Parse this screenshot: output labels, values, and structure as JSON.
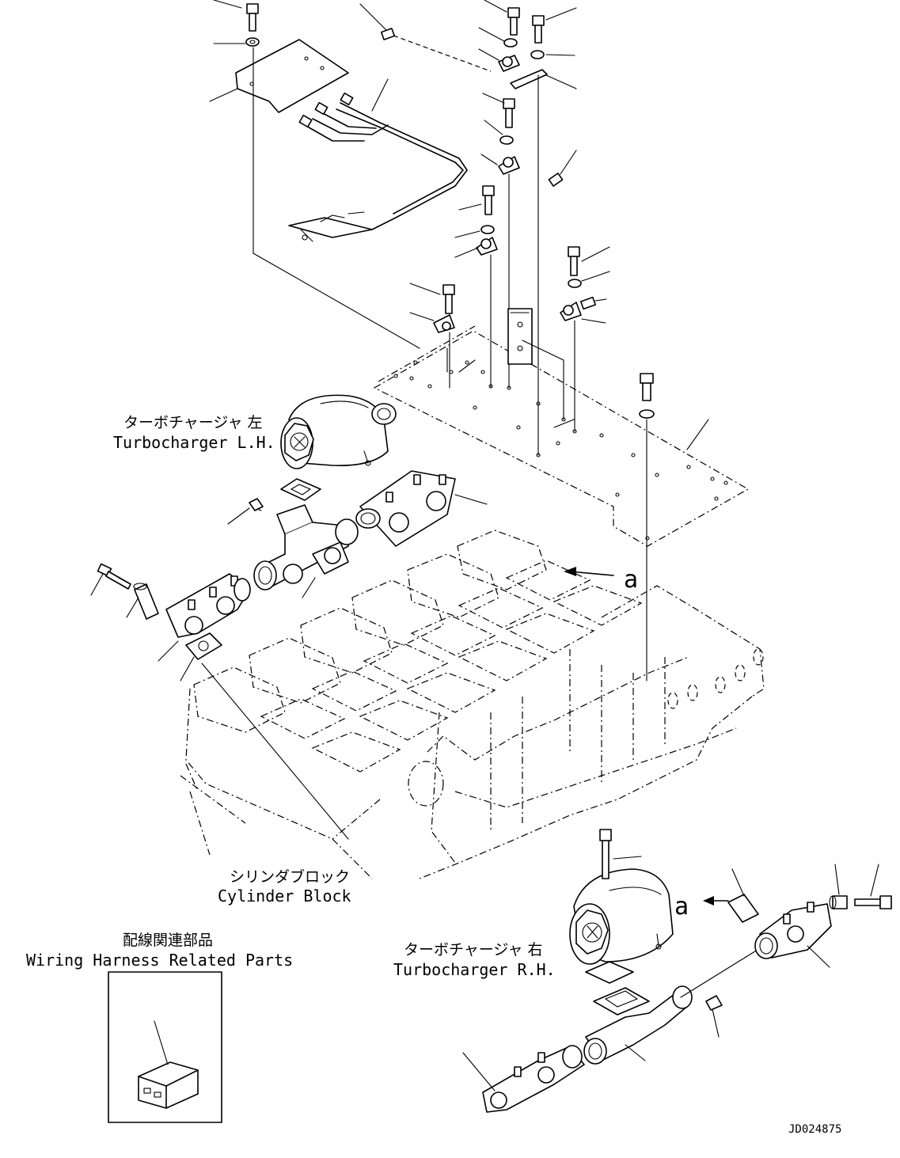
{
  "labels": {
    "turbo_lh_jp": "ターボチャージャ 左",
    "turbo_lh_en": "Turbocharger L.H.",
    "cylinder_block_jp": "シリンダブロック",
    "cylinder_block_en": "Cylinder Block",
    "turbo_rh_jp": "ターボチャージャ 右",
    "turbo_rh_en": "Turbocharger R.H.",
    "wiring_jp": "配線関連部品",
    "wiring_en": "Wiring Harness Related Parts",
    "ref_a_top": "a",
    "ref_a_bottom": "a",
    "drawing_number": "JD024875"
  }
}
